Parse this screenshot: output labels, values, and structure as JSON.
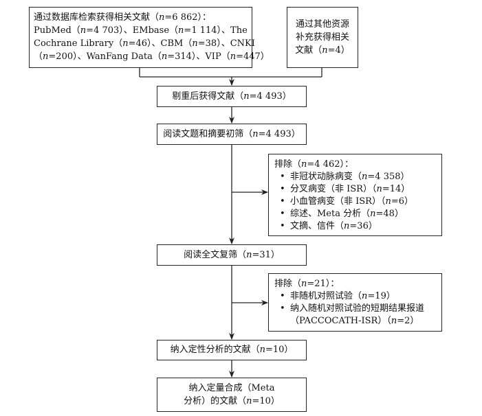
{
  "sources": {
    "db_lines": [
      "通过数据库检索获得相关文献（n=6 862）：",
      "PubMed（n=4 703）、EMbase（n=1 114）、The",
      "Cochrane Library（n=46）、CBM（n=38）、CNKI",
      "（n=200）、WanFang Data（n=314）、VIP（n=447）"
    ],
    "other_lines": [
      "通过其他资源",
      "补充获得相关",
      "文献（n=4）"
    ]
  },
  "dedup": "剔重后获得文献（n=4 493）",
  "screen": "阅读文题和摘要初筛（n=4 493）",
  "exclude1": {
    "title": "排除（n=4 462）：",
    "items": [
      "非冠状动脉病变（n=4 358）",
      "分叉病变（非 ISR）（n=14）",
      "小血管病变（非 ISR）（n=6）",
      "综述、Meta 分析（n=48）",
      "文摘、信件（n=36）"
    ]
  },
  "fulltext": "阅读全文复筛（n=31）",
  "exclude2": {
    "title": "排除（n=21）：",
    "items": [
      "非随机对照试验（n=19）",
      "纳入随机对照试验的短期结果报道"
    ],
    "item2_cont": "（PACCOCATH-ISR）（n=2）"
  },
  "qualitative": "纳入定性分析的文献（n=10）",
  "quantitative_lines": [
    "纳入定量合成（Meta",
    "分析）的文献（n=10）"
  ],
  "bullet": "•"
}
